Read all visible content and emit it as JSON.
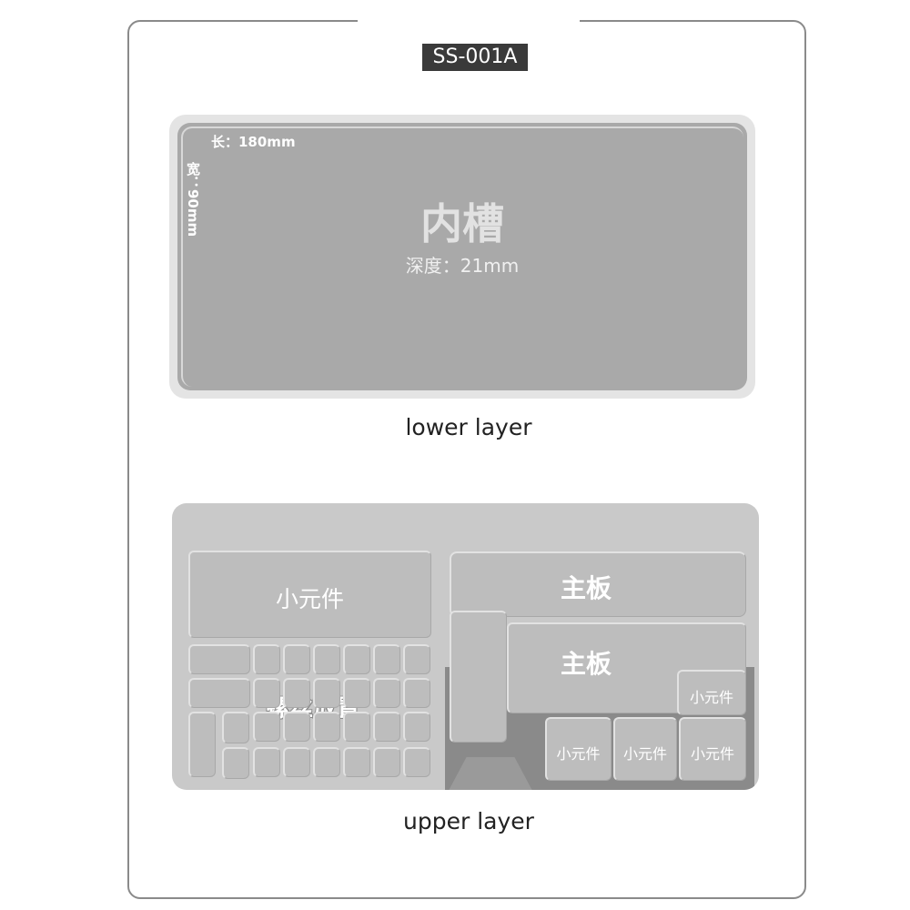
{
  "header": {
    "model": "SS-001A"
  },
  "lower_layer": {
    "length_label": "长：180mm",
    "width_label": "宽：90mm",
    "slot_title": "内槽",
    "depth_label": "深度：21mm",
    "caption": "lower layer"
  },
  "upper_layer": {
    "small_parts_large": "小元件",
    "screw_area": "螺丝放置",
    "mainboard_top": "主板",
    "mainboard_middle": "主板",
    "small_parts_right": "小元件",
    "small_parts_bottom": [
      "小元件",
      "小元件",
      "小元件"
    ],
    "caption": "upper layer"
  }
}
